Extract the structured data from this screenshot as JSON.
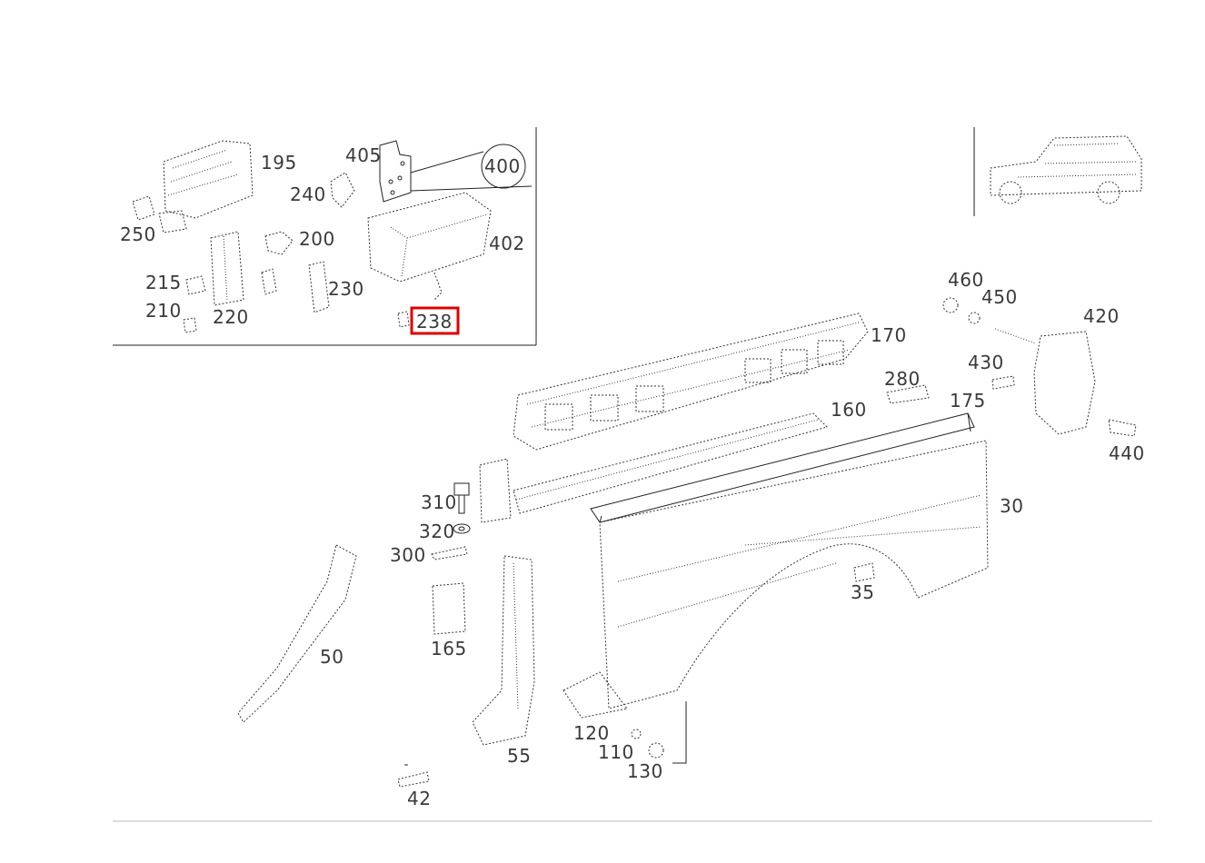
{
  "diagram": {
    "highlight_color": "#e00000",
    "labels": {
      "l195": "195",
      "l405": "405",
      "l400": "400",
      "l240": "240",
      "l250": "250",
      "l200": "200",
      "l402": "402",
      "l215": "215",
      "l230": "230",
      "l210": "210",
      "l220": "220",
      "l238": "238",
      "l460": "460",
      "l450": "450",
      "l420": "420",
      "l170": "170",
      "l430": "430",
      "l280": "280",
      "l175": "175",
      "l160": "160",
      "l440": "440",
      "l310": "310",
      "l30": "30",
      "l320": "320",
      "l300": "300",
      "l35": "35",
      "l165": "165",
      "l50": "50",
      "l120": "120",
      "l110": "110",
      "l55": "55",
      "l130": "130",
      "l42": "42"
    },
    "selected_part": "238"
  }
}
